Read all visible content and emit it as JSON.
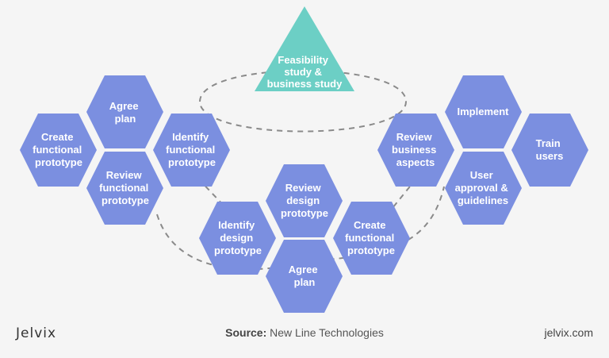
{
  "colors": {
    "hexagon": "#7b8fe0",
    "triangle": "#6ccfc5",
    "dashed_path": "#8a8a8a",
    "text_on_shape": "#ffffff"
  },
  "triangle": {
    "lines": [
      "Feasibility",
      "study &",
      "business study"
    ]
  },
  "left_cluster": {
    "agree_plan": [
      "Agree",
      "plan"
    ],
    "create_functional_prototype": [
      "Create",
      "functional",
      "prototype"
    ],
    "identify_functional_prototype": [
      "Identify",
      "functional",
      "prototype"
    ],
    "review_functional_prototype": [
      "Review",
      "functional",
      "prototype"
    ]
  },
  "middle_cluster": {
    "review_design_prototype": [
      "Review",
      "design",
      "prototype"
    ],
    "identify_design_prototype": [
      "Identify",
      "design",
      "prototype"
    ],
    "create_functional_prototype": [
      "Create",
      "functional",
      "prototype"
    ],
    "agree_plan": [
      "Agree",
      "plan"
    ]
  },
  "right_cluster": {
    "implement": [
      "Implement"
    ],
    "review_business_aspects": [
      "Review",
      "business",
      "aspects"
    ],
    "train_users": [
      "Train",
      "users"
    ],
    "user_approval_guidelines": [
      "User",
      "approval &",
      "guidelines"
    ]
  },
  "footer": {
    "logo": "Jelvix",
    "source_label": "Source:",
    "source_value": "New Line Technologies",
    "site": "jelvix.com"
  }
}
